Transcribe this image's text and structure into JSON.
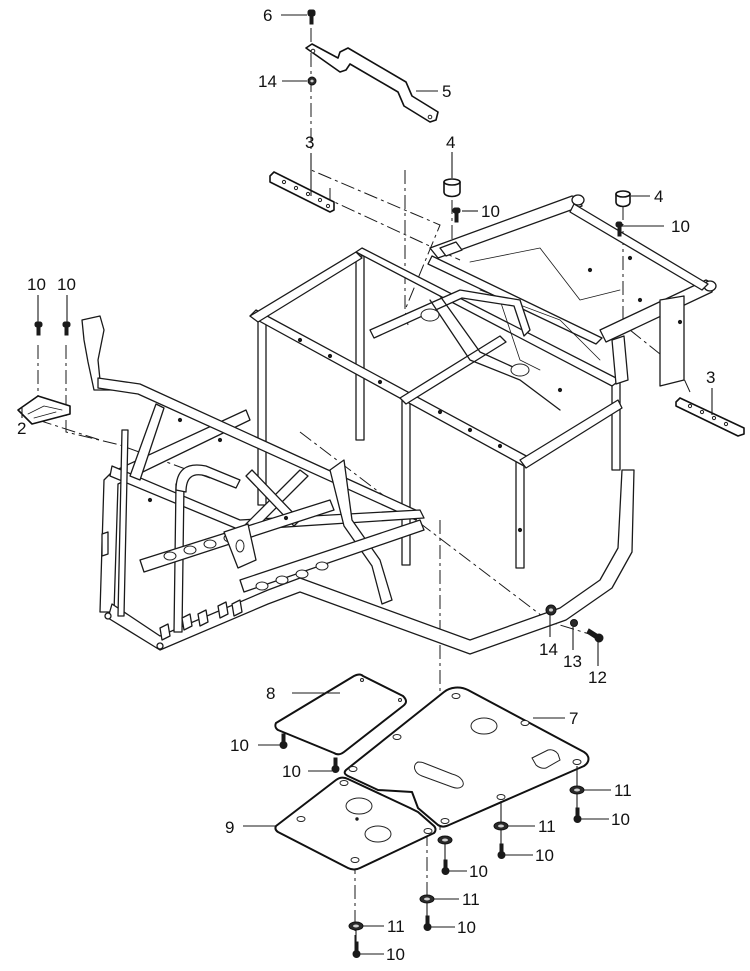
{
  "diagram": {
    "type": "exploded-parts-view",
    "subject": "vehicle frame assembly with skid plates",
    "callouts": [
      {
        "id": "c6",
        "label": "6",
        "part": "bolt (handle)"
      },
      {
        "id": "c14-top",
        "label": "14",
        "part": "nut (handle)"
      },
      {
        "id": "c5",
        "label": "5",
        "part": "handle bracket"
      },
      {
        "id": "c3-left",
        "label": "3",
        "part": "mounting strip (left)"
      },
      {
        "id": "c4-mid",
        "label": "4",
        "part": "rubber mount (center)"
      },
      {
        "id": "c10-mid",
        "label": "10",
        "part": "bolt"
      },
      {
        "id": "c4-right",
        "label": "4",
        "part": "rubber mount (right)"
      },
      {
        "id": "c10-right",
        "label": "10",
        "part": "bolt"
      },
      {
        "id": "c10-front-a",
        "label": "10",
        "part": "bolt"
      },
      {
        "id": "c10-front-b",
        "label": "10",
        "part": "bolt"
      },
      {
        "id": "c2",
        "label": "2",
        "part": "front bracket"
      },
      {
        "id": "c3-right",
        "label": "3",
        "part": "mounting strip (right)"
      },
      {
        "id": "c14-side",
        "label": "14",
        "part": "nut"
      },
      {
        "id": "c13",
        "label": "13",
        "part": "washer"
      },
      {
        "id": "c12",
        "label": "12",
        "part": "bolt"
      },
      {
        "id": "c8",
        "label": "8",
        "part": "small skid plate"
      },
      {
        "id": "c7",
        "label": "7",
        "part": "rear skid plate"
      },
      {
        "id": "c9",
        "label": "9",
        "part": "front skid plate"
      },
      {
        "id": "c10-p8a",
        "label": "10",
        "part": "bolt"
      },
      {
        "id": "c10-p8b",
        "label": "10",
        "part": "bolt"
      },
      {
        "id": "c11-r",
        "label": "11",
        "part": "washer"
      },
      {
        "id": "c10-r",
        "label": "10",
        "part": "bolt"
      },
      {
        "id": "c11-m",
        "label": "11",
        "part": "washer"
      },
      {
        "id": "c10-m",
        "label": "10",
        "part": "bolt"
      },
      {
        "id": "c10-c",
        "label": "10",
        "part": "bolt"
      },
      {
        "id": "c11-c",
        "label": "11",
        "part": "washer"
      },
      {
        "id": "c10-c2",
        "label": "10",
        "part": "bolt"
      },
      {
        "id": "c11-l",
        "label": "11",
        "part": "washer"
      },
      {
        "id": "c10-l",
        "label": "10",
        "part": "bolt"
      }
    ],
    "colors": {
      "line": "#1a1a1a",
      "background": "#ffffff"
    }
  }
}
